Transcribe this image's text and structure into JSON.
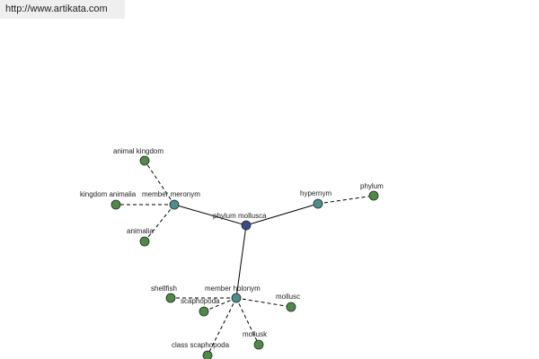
{
  "header": {
    "url": "http://www.artikata.com"
  },
  "colors": {
    "center": "#3b4a8a",
    "relation": "#4a8e8e",
    "leaf": "#4e8a46"
  },
  "graph": {
    "nodes": [
      {
        "id": "center",
        "label": "phylum mollusca",
        "kind": "center"
      },
      {
        "id": "meronym",
        "label": "member meronym",
        "kind": "relation"
      },
      {
        "id": "hypernym",
        "label": "hypernym",
        "kind": "relation"
      },
      {
        "id": "holonym",
        "label": "member holonym",
        "kind": "relation"
      },
      {
        "id": "ak",
        "label": "animal kingdom",
        "kind": "leaf"
      },
      {
        "id": "ka",
        "label": "kingdom animalia",
        "kind": "leaf"
      },
      {
        "id": "an",
        "label": "animalia",
        "kind": "leaf"
      },
      {
        "id": "ph",
        "label": "phylum",
        "kind": "leaf"
      },
      {
        "id": "sh",
        "label": "shellfish",
        "kind": "leaf"
      },
      {
        "id": "sc",
        "label": "scaphopoda",
        "kind": "leaf"
      },
      {
        "id": "cs",
        "label": "class scaphopoda",
        "kind": "leaf"
      },
      {
        "id": "mk",
        "label": "mollusk",
        "kind": "leaf"
      },
      {
        "id": "mc",
        "label": "mollusc",
        "kind": "leaf"
      }
    ],
    "edges": [
      {
        "from": "center",
        "to": "meronym",
        "style": "solid"
      },
      {
        "from": "center",
        "to": "hypernym",
        "style": "solid"
      },
      {
        "from": "center",
        "to": "holonym",
        "style": "solid"
      },
      {
        "from": "meronym",
        "to": "ak",
        "style": "dashed"
      },
      {
        "from": "meronym",
        "to": "ka",
        "style": "dashed"
      },
      {
        "from": "meronym",
        "to": "an",
        "style": "dashed"
      },
      {
        "from": "hypernym",
        "to": "ph",
        "style": "dashed"
      },
      {
        "from": "holonym",
        "to": "sh",
        "style": "dashed"
      },
      {
        "from": "holonym",
        "to": "sc",
        "style": "dashed"
      },
      {
        "from": "holonym",
        "to": "cs",
        "style": "dashed"
      },
      {
        "from": "holonym",
        "to": "mk",
        "style": "dashed"
      },
      {
        "from": "holonym",
        "to": "mc",
        "style": "dashed"
      }
    ]
  }
}
